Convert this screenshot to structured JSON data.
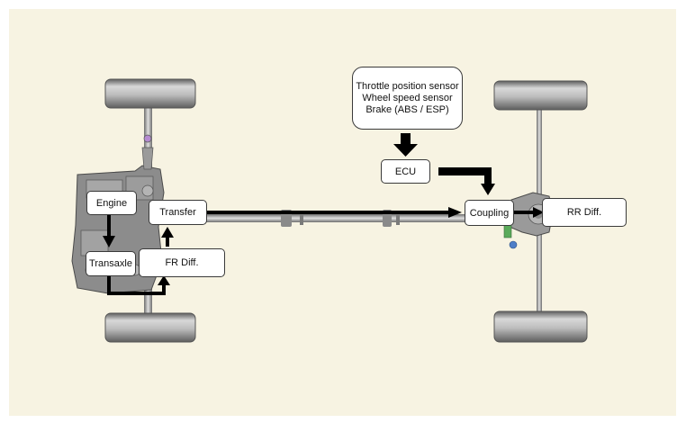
{
  "colors": {
    "background": "#f7f3e2",
    "tire": "#c9c9c9",
    "tire_dark": "#5e5e5e",
    "shaft": "#9a9a9a",
    "arrow": "#000000"
  },
  "labels": {
    "sensors": [
      "Throttle position sensor",
      "Wheel speed sensor",
      "Brake (ABS / ESP)"
    ],
    "ecu": "ECU",
    "engine": "Engine",
    "transaxle": "Transaxle",
    "fr_diff": "FR Diff.",
    "transfer": "Transfer",
    "coupling": "Coupling",
    "rr_diff": "RR Diff."
  },
  "icons": [
    "wheel-icon",
    "engine-block-icon",
    "propeller-shaft-icon",
    "coupling-unit-icon",
    "flow-arrow-icon"
  ]
}
